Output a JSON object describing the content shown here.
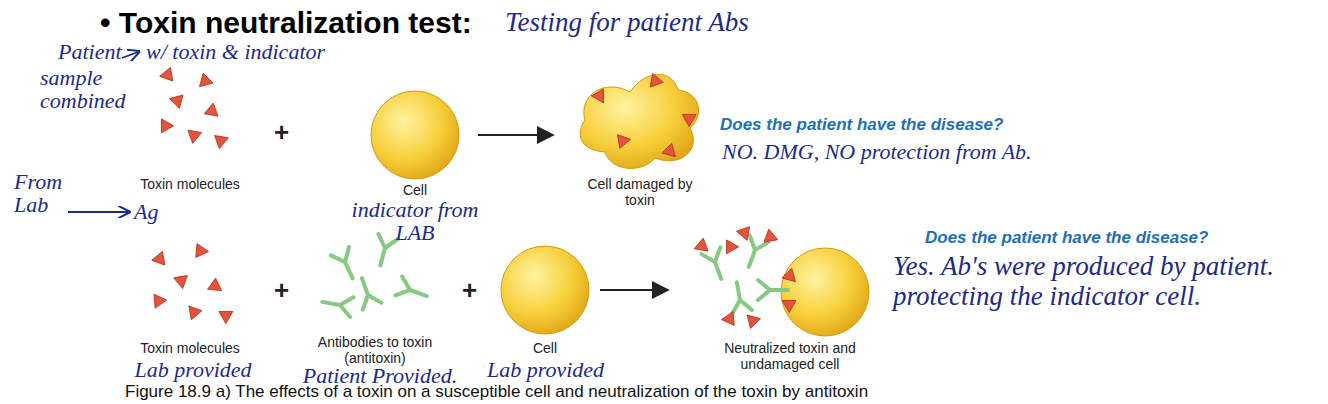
{
  "diagram": {
    "title": "• Toxin neutralization test:",
    "caption": "Figure 18.9 a) The effects of a toxin on a susceptible cell and neutralization of the toxin by antitoxin",
    "labels": [
      "Testing for patient Abs",
      "Patient",
      "w/ toxin & indicator",
      "sample combined",
      "From Lab",
      "Ag",
      "Toxin molecules",
      "+",
      "Cell",
      "indicator from LAB",
      "Cell damaged by toxin",
      "Does the patient have the disease?",
      "NO. DMG, NO protection from Ab.",
      "Toxin molecules",
      "Lab provided",
      "+",
      "Antibodies to toxin (antitoxin)",
      "Patient Provided.",
      "+",
      "Cell",
      "Lab provided",
      "Neutralized toxin and undamaged cell",
      "Does the patient have the disease?",
      "Yes. Ab's were produced by patient. protecting the indicator cell."
    ]
  }
}
